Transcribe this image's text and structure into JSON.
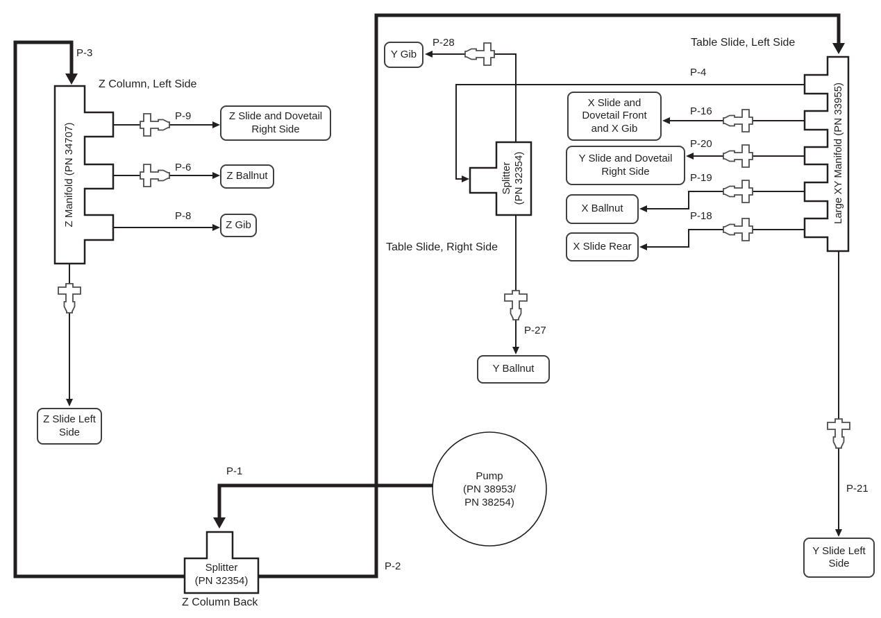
{
  "titles": {
    "z_column_left": "Z Column, Left Side",
    "table_slide_left": "Table Slide, Left Side",
    "table_slide_right": "Table Slide, Right Side",
    "z_column_back": "Z Column Back"
  },
  "components": {
    "z_manifold": {
      "label": "Z Manifold (PN 34707)"
    },
    "xy_manifold": {
      "label": "Large XY Manifold (PN 33955)"
    },
    "mid_splitter": {
      "line1": "Splitter",
      "line2": "(PN 32354)"
    },
    "bottom_splitter": {
      "line1": "Splitter",
      "line2": "(PN 32354)"
    },
    "pump": {
      "line1": "Pump",
      "line2": "(PN 38953/",
      "line3": "PN 38254)"
    }
  },
  "endpoints": {
    "z_slide_dovetail_right": "Z Slide and Dovetail Right Side",
    "z_ballnut": "Z Ballnut",
    "z_gib": "Z Gib",
    "z_slide_left": "Z Slide Left Side",
    "y_gib": "Y Gib",
    "y_ballnut": "Y Ballnut",
    "x_slide_dovetail_front": "X Slide and Dovetail Front and X Gib",
    "y_slide_dovetail_right": "Y Slide and Dovetail Right Side",
    "x_ballnut": "X Ballnut",
    "x_slide_rear": "X Slide Rear",
    "y_slide_left": "Y Slide Left Side"
  },
  "pipes": {
    "p1": "P-1",
    "p2": "P-2",
    "p3": "P-3",
    "p4": "P-4",
    "p6": "P-6",
    "p8": "P-8",
    "p9": "P-9",
    "p16": "P-16",
    "p18": "P-18",
    "p19": "P-19",
    "p20": "P-20",
    "p21": "P-21",
    "p27": "P-27",
    "p28": "P-28"
  },
  "colors": {
    "line": "#231f20",
    "fitting_stroke": "#4d4d4d",
    "box_border": "#3f3f3f",
    "background": "#ffffff"
  }
}
